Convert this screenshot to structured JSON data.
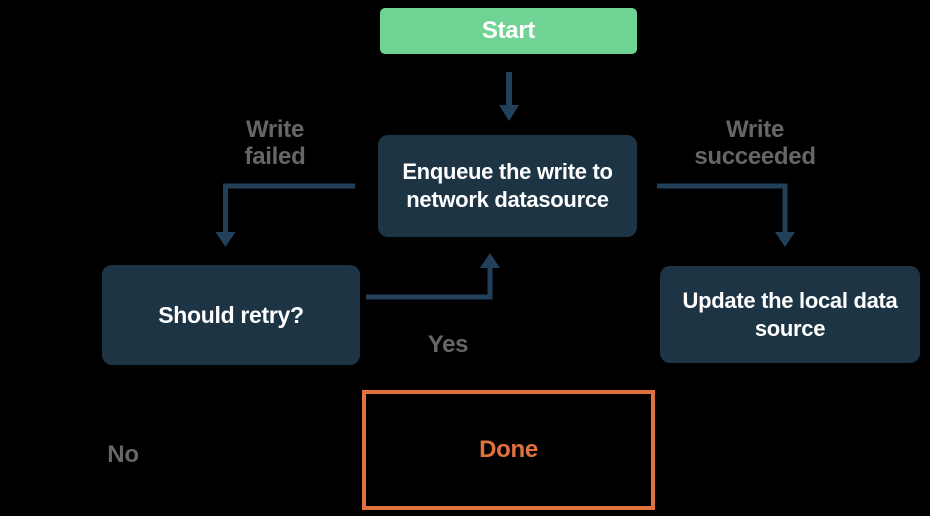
{
  "nodes": {
    "start": {
      "label": "Start"
    },
    "enqueue": {
      "line1": "Enqueue the write to",
      "line2": "network datasource"
    },
    "should_retry": {
      "label": "Should retry?"
    },
    "update_local": {
      "line1": "Update the local data",
      "line2": "source"
    },
    "done": {
      "label": "Done"
    }
  },
  "edge_labels": {
    "write_failed": {
      "line1": "Write",
      "line2": "failed"
    },
    "write_succeeded": {
      "line1": "Write",
      "line2": "succeeded"
    },
    "yes": "Yes",
    "no": "No"
  },
  "colors": {
    "background": "#000000",
    "node_navy": "#1d3445",
    "start_green": "#6fd394",
    "done_orange": "#e1713f",
    "arrow": "#22405a",
    "label_gray": "#666666",
    "node_text": "#ffffff"
  }
}
